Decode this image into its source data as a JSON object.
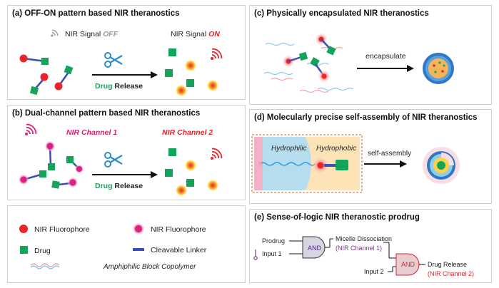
{
  "panel_a": {
    "title": "(a) OFF-ON pattern based NIR theranostics",
    "signal_prefix_off": "NIR Signal ",
    "signal_off": "OFF",
    "signal_prefix_on": "NIR Signal ",
    "signal_on": "ON",
    "drug_word": "Drug",
    "release_word": " Release"
  },
  "panel_b": {
    "title": "(b) Dual-channel pattern based NIR theranostics",
    "channel1": "NIR Channel 1",
    "channel2": "NIR Channel 2",
    "drug_word": "Drug",
    "release_word": " Release"
  },
  "panel_c": {
    "title": "(c) Physically encapsulated NIR theranostics",
    "arrow_label": "encapsulate"
  },
  "panel_d": {
    "title": "(d) Molecularly precise self-assembly of NIR theranostics",
    "hydrophilic": "Hydrophilic",
    "hydrophobic": "Hydrophobic",
    "arrow_label": "self-assembly"
  },
  "legend": {
    "fluor1": "NIR Fluorophore",
    "fluor2": "NIR Fluorophore",
    "drug": "Drug",
    "linker": "Cleavable Linker",
    "copolymer": "Amphiphilic Block Copolymer"
  },
  "panel_e": {
    "title": "(e) Sense-of-logic NIR theranostic prodrug",
    "prodrug": "Prodrug",
    "input1": "Input 1",
    "input2": "Input 2",
    "gate1": "AND",
    "gate2": "AND",
    "micelle": "Micelle Dissociation",
    "channel1": "(NIR Channel 1)",
    "drug_release": "Drug Release",
    "channel2": "(NIR Channel 2)"
  },
  "colors": {
    "fluor_red": "#e8252b",
    "fluor_pink": "#d9237f",
    "drug_green": "#13a45a",
    "linker_blue": "#3a4fb5",
    "on_red": "#e8252b",
    "off_gray": "#9a9a9a",
    "channel_pink": "#d61f6e",
    "logic_red": "#e0262d"
  }
}
